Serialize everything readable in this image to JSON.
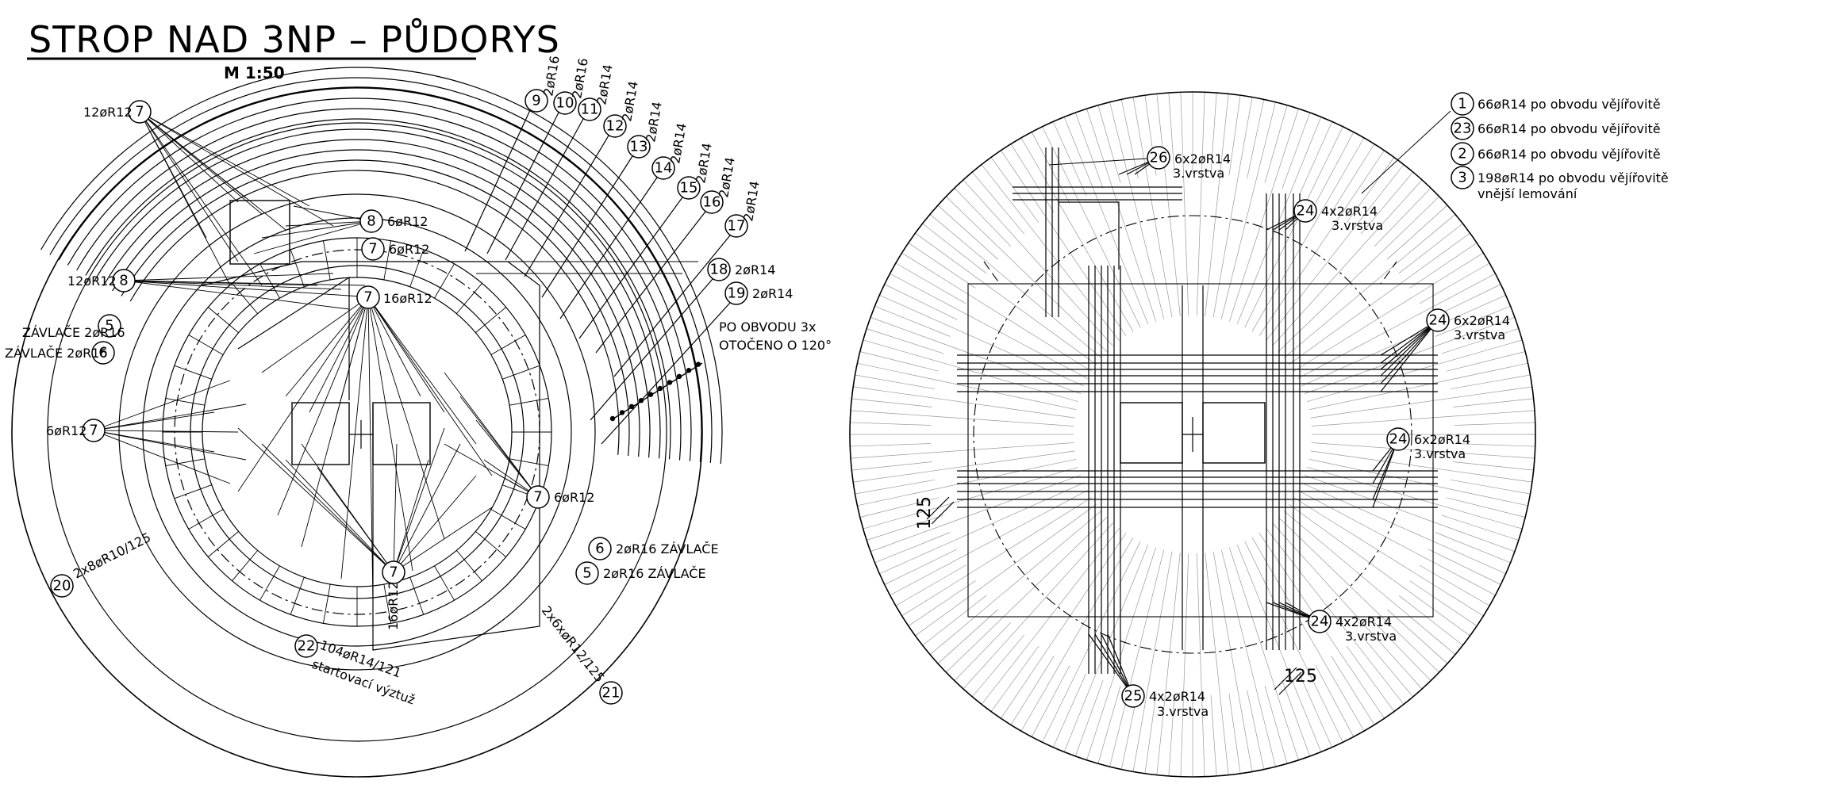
{
  "title": "STROP NAD 3NP – PŮDORYS",
  "scale": "M 1:50",
  "left_plan": {
    "callouts": [
      {
        "num": "7",
        "text": "12øR12"
      },
      {
        "num": "8",
        "text": "12øR12"
      },
      {
        "num": "8",
        "text": "6øR12"
      },
      {
        "num": "7",
        "text": "6øR12"
      },
      {
        "num": "7",
        "text": "16øR12"
      },
      {
        "num": "5",
        "text": "ZÁVLAČE 2øR16"
      },
      {
        "num": "6",
        "text": "ZÁVLAČE 2øR16"
      },
      {
        "num": "7",
        "text": "6øR12"
      },
      {
        "num": "7",
        "text": "6øR12"
      },
      {
        "num": "7",
        "text": "16øR12"
      },
      {
        "num": "6",
        "text": "2øR16 ZÁVLAČE"
      },
      {
        "num": "5",
        "text": "2øR16 ZÁVLAČE"
      },
      {
        "num": "20",
        "text": "2x8øR10/125"
      },
      {
        "num": "21",
        "text": "2x6xøR12/125"
      },
      {
        "num": "22",
        "text": "104øR14/121"
      },
      {
        "num": "9",
        "text": "2øR16"
      },
      {
        "num": "10",
        "text": "2øR16"
      },
      {
        "num": "11",
        "text": "2øR14"
      },
      {
        "num": "12",
        "text": "2øR14"
      },
      {
        "num": "13",
        "text": "2øR14"
      },
      {
        "num": "14",
        "text": "2øR14"
      },
      {
        "num": "15",
        "text": "2øR14"
      },
      {
        "num": "16",
        "text": "2øR14"
      },
      {
        "num": "17",
        "text": "2øR14"
      },
      {
        "num": "18",
        "text": "2øR14"
      },
      {
        "num": "19",
        "text": "2øR14"
      }
    ],
    "start_note": "startovací výztuž",
    "perimeter_note_1": "PO OBVODU 3x",
    "perimeter_note_2": "OTOČENO O 120°"
  },
  "right_plan": {
    "legend": [
      {
        "num": "1",
        "text": "66øR14 po obvodu vějířovitě"
      },
      {
        "num": "23",
        "text": "66øR14 po obvodu vějířovitě"
      },
      {
        "num": "2",
        "text": "66øR14 po obvodu vějířovitě"
      },
      {
        "num": "3",
        "text": "198øR14 po obvodu vějířovitě"
      }
    ],
    "legend_note": "vnější lemování",
    "callouts": [
      {
        "num": "26",
        "text": "6x2øR14",
        "layer": "3.vrstva"
      },
      {
        "num": "24",
        "text": "4x2øR14",
        "layer": "3.vrstva"
      },
      {
        "num": "24",
        "text": "6x2øR14",
        "layer": "3.vrstva"
      },
      {
        "num": "24",
        "text": "6x2øR14",
        "layer": "3.vrstva"
      },
      {
        "num": "24",
        "text": "4x2øR14",
        "layer": "3.vrstva"
      },
      {
        "num": "25",
        "text": "4x2øR14",
        "layer": "3.vrstva"
      }
    ],
    "dimension": "125"
  }
}
